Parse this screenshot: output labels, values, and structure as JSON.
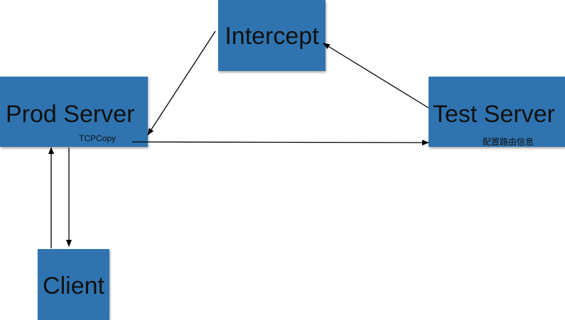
{
  "nodes": {
    "intercept": {
      "label": "Intercept"
    },
    "prod_server": {
      "label": "Prod Server",
      "sublabel": "TCPCopy"
    },
    "test_server": {
      "label": "Test Server",
      "sublabel": "配置路由信息"
    },
    "client": {
      "label": "Client"
    }
  },
  "colors": {
    "node_fill": "#2f74b0",
    "text": "#111111",
    "edge": "#000000"
  },
  "edges": [
    {
      "from": "prod_server",
      "to": "test_server"
    },
    {
      "from": "test_server",
      "to": "intercept"
    },
    {
      "from": "intercept",
      "to": "prod_server"
    },
    {
      "from": "client",
      "to": "prod_server"
    },
    {
      "from": "prod_server",
      "to": "client"
    }
  ]
}
